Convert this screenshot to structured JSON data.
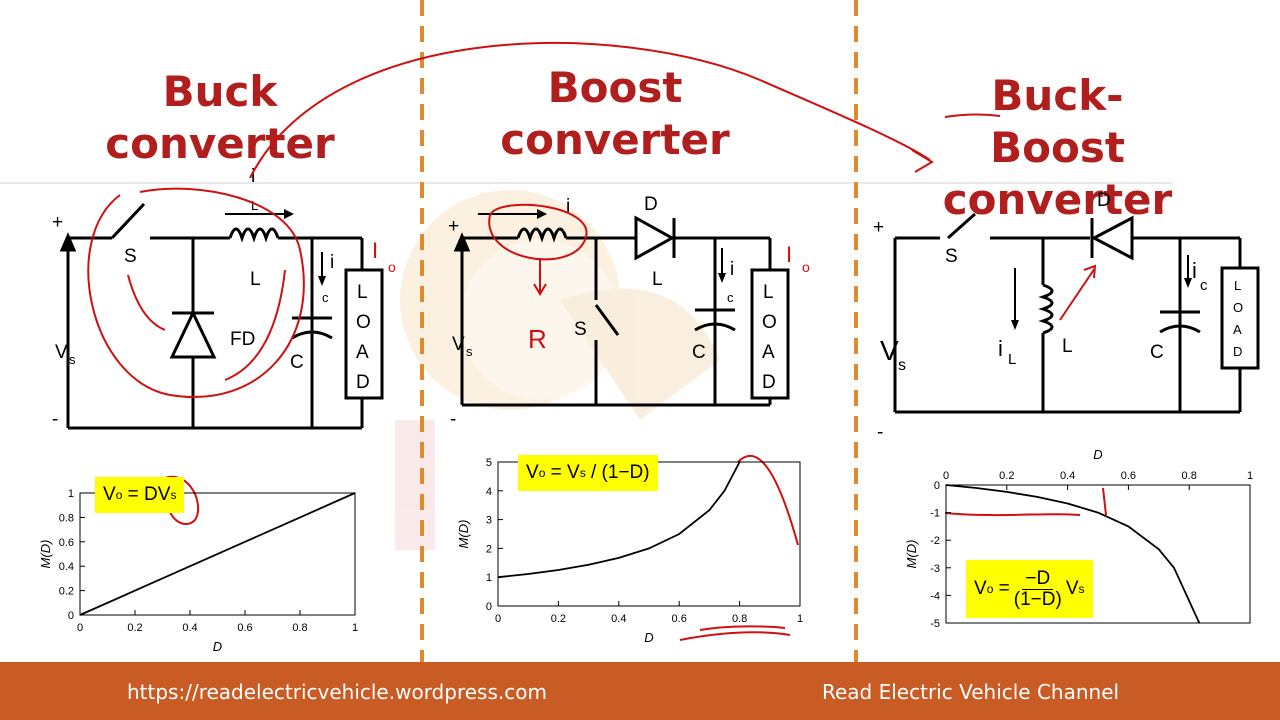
{
  "titles": {
    "buck": [
      "Buck",
      "converter"
    ],
    "boost": [
      "Boost",
      "converter"
    ],
    "buckboost": [
      "Buck-Boost",
      "converter"
    ]
  },
  "circuit_labels": {
    "buck": {
      "plus": "+",
      "minus": "-",
      "switch": "S",
      "current": "i",
      "current_sub": "L",
      "inductor": "L",
      "diode": "FD",
      "capacitor": "C",
      "cap_current": "i",
      "cap_current_sub": "c",
      "source": "V",
      "source_sub": "s",
      "load": [
        "L",
        "O",
        "A",
        "D"
      ],
      "output_current": "I",
      "output_current_sub": "o"
    },
    "boost": {
      "plus": "+",
      "minus": "-",
      "switch": "S",
      "current": "i",
      "diode_top": "D",
      "inductor": "L",
      "capacitor": "C",
      "cap_current": "i",
      "cap_current_sub": "c",
      "source": "V",
      "source_sub": "s",
      "load": [
        "L",
        "O",
        "A",
        "D"
      ],
      "output_current": "I",
      "output_current_sub": "o",
      "annotation": "R"
    },
    "buckboost": {
      "plus": "+",
      "minus": "-",
      "switch": "S",
      "diode_top": "D",
      "inductor": "L",
      "inductor_current": "i",
      "inductor_current_sub": "L",
      "capacitor": "C",
      "cap_current": "i",
      "cap_current_sub": "c",
      "source": "V",
      "source_sub": "s",
      "load": [
        "L",
        "O",
        "A",
        "D"
      ]
    }
  },
  "formulas": {
    "buck": {
      "lhs": "V",
      "lhs_sub": "o",
      "rhs": "= DV",
      "rhs_sub": "s"
    },
    "boost": {
      "lhs": "V",
      "lhs_sub": "o",
      "mid": "= V",
      "mid_sub": "s",
      "rhs": "/ (1−D)"
    },
    "buckboost": {
      "lhs": "V",
      "lhs_sub": "o",
      "eq": "=",
      "num": "−D",
      "den": "(1−D)",
      "rhs": "V",
      "rhs_sub": "s"
    }
  },
  "chart_data": [
    {
      "type": "line",
      "xlabel": "D",
      "ylabel": "M(D)",
      "xlim": [
        0,
        1
      ],
      "ylim": [
        0,
        1
      ],
      "xticks": [
        "0",
        "0.2",
        "0.4",
        "0.6",
        "0.8",
        "1"
      ],
      "yticks": [
        "0",
        "0.2",
        "0.4",
        "0.6",
        "0.8",
        "1"
      ],
      "x": [
        0,
        0.2,
        0.4,
        0.6,
        0.8,
        1.0
      ],
      "y": [
        0,
        0.2,
        0.4,
        0.6,
        0.8,
        1.0
      ]
    },
    {
      "type": "line",
      "xlabel": "D",
      "ylabel": "M(D)",
      "xlim": [
        0,
        1
      ],
      "ylim": [
        0,
        5
      ],
      "xticks": [
        "0",
        "0.2",
        "0.4",
        "0.6",
        "0.8",
        "1"
      ],
      "yticks": [
        "0",
        "1",
        "2",
        "3",
        "4",
        "5"
      ],
      "x": [
        0,
        0.1,
        0.2,
        0.3,
        0.4,
        0.5,
        0.6,
        0.7,
        0.75,
        0.8
      ],
      "y": [
        1.0,
        1.11,
        1.25,
        1.43,
        1.67,
        2.0,
        2.5,
        3.33,
        4.0,
        5.0
      ]
    },
    {
      "type": "line",
      "xlabel": "D",
      "ylabel": "M(D)",
      "xlim": [
        0,
        1
      ],
      "ylim": [
        -5,
        0
      ],
      "xticks": [
        "0",
        "0.2",
        "0.4",
        "0.6",
        "0.8",
        "1"
      ],
      "yticks": [
        "0",
        "-1",
        "-2",
        "-3",
        "-4",
        "-5"
      ],
      "x": [
        0,
        0.1,
        0.2,
        0.3,
        0.4,
        0.5,
        0.6,
        0.7,
        0.75,
        0.8333
      ],
      "y": [
        0,
        -0.11,
        -0.25,
        -0.43,
        -0.67,
        -1.0,
        -1.5,
        -2.33,
        -3.0,
        -5.0
      ]
    }
  ],
  "footer": {
    "url": "https://readelectricvehicle.wordpress.com",
    "channel": "Read Electric Vehicle Channel"
  },
  "colors": {
    "title": "#b01e1e",
    "divider": "#e08a2e",
    "annotation": "#d01010",
    "footer_bg": "#c95b25",
    "highlight": "#ffff00"
  }
}
